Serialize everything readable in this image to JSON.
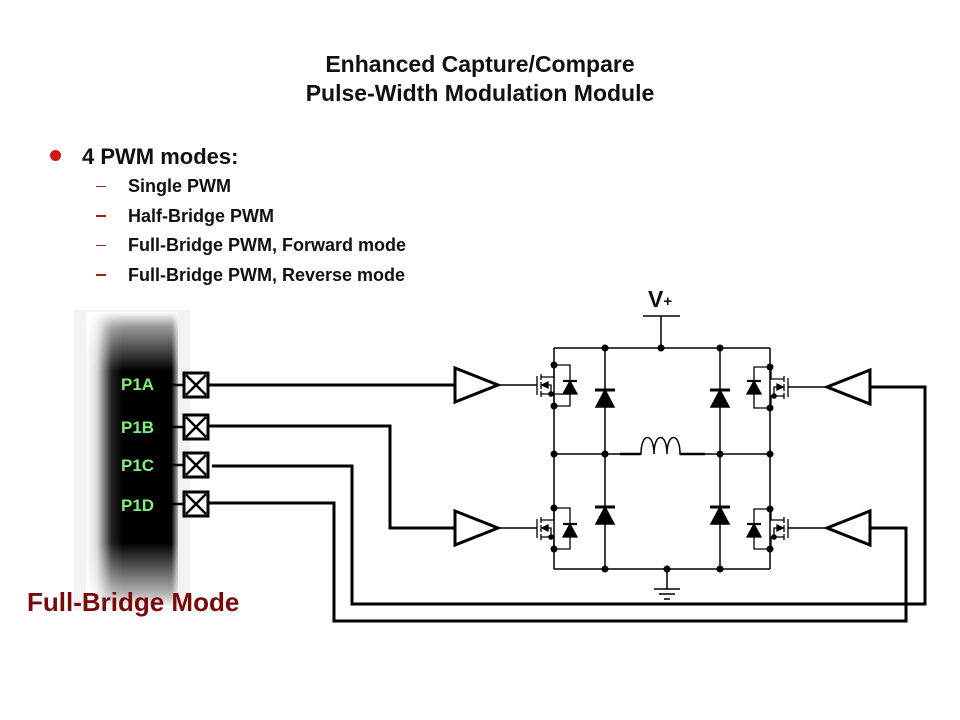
{
  "title": {
    "line1": "Enhanced Capture/Compare",
    "line2": "Pulse-Width Modulation Module"
  },
  "bullet": {
    "label": "4 PWM modes:",
    "items": [
      "Single PWM",
      "Half-Bridge PWM",
      "Full-Bridge PWM, Forward mode",
      "Full-Bridge PWM, Reverse mode"
    ]
  },
  "diagram": {
    "supply_label": "V",
    "supply_sub": "+",
    "mode_label": "Full-Bridge Mode",
    "pins": [
      "P1A",
      "P1B",
      "P1C",
      "P1D"
    ]
  },
  "colors": {
    "bullet": "#d2170f",
    "mode_label": "#7a0a0a",
    "pin_label": "#7ef07a",
    "chip": "#000000"
  }
}
